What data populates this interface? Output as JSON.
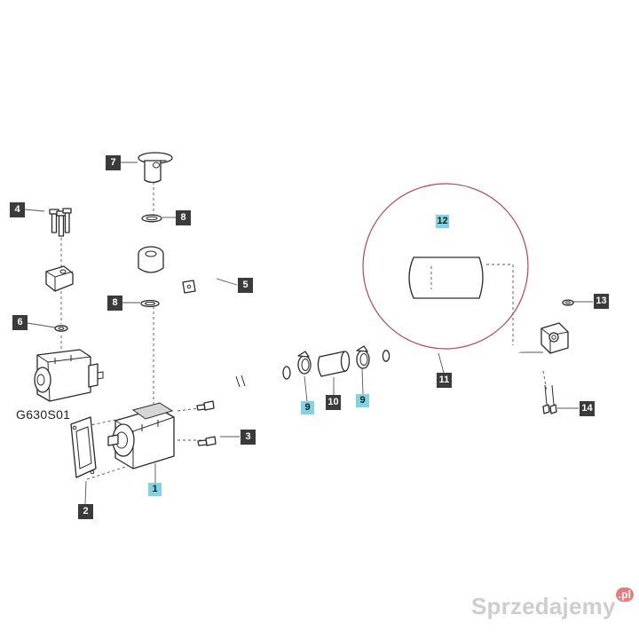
{
  "diagram": {
    "callouts": [
      "1",
      "2",
      "3",
      "4",
      "5",
      "6",
      "7",
      "8",
      "8",
      "9",
      "10",
      "9",
      "11",
      "12",
      "13",
      "14"
    ],
    "reference_label": "G630S01",
    "watermark": {
      "text": "Sprzedajemy",
      "suffix": ".pl"
    },
    "colors": {
      "callout_dark": "#3b3b3b",
      "callout_highlight": "#7fd4e4",
      "circle": "#b5464f"
    }
  }
}
